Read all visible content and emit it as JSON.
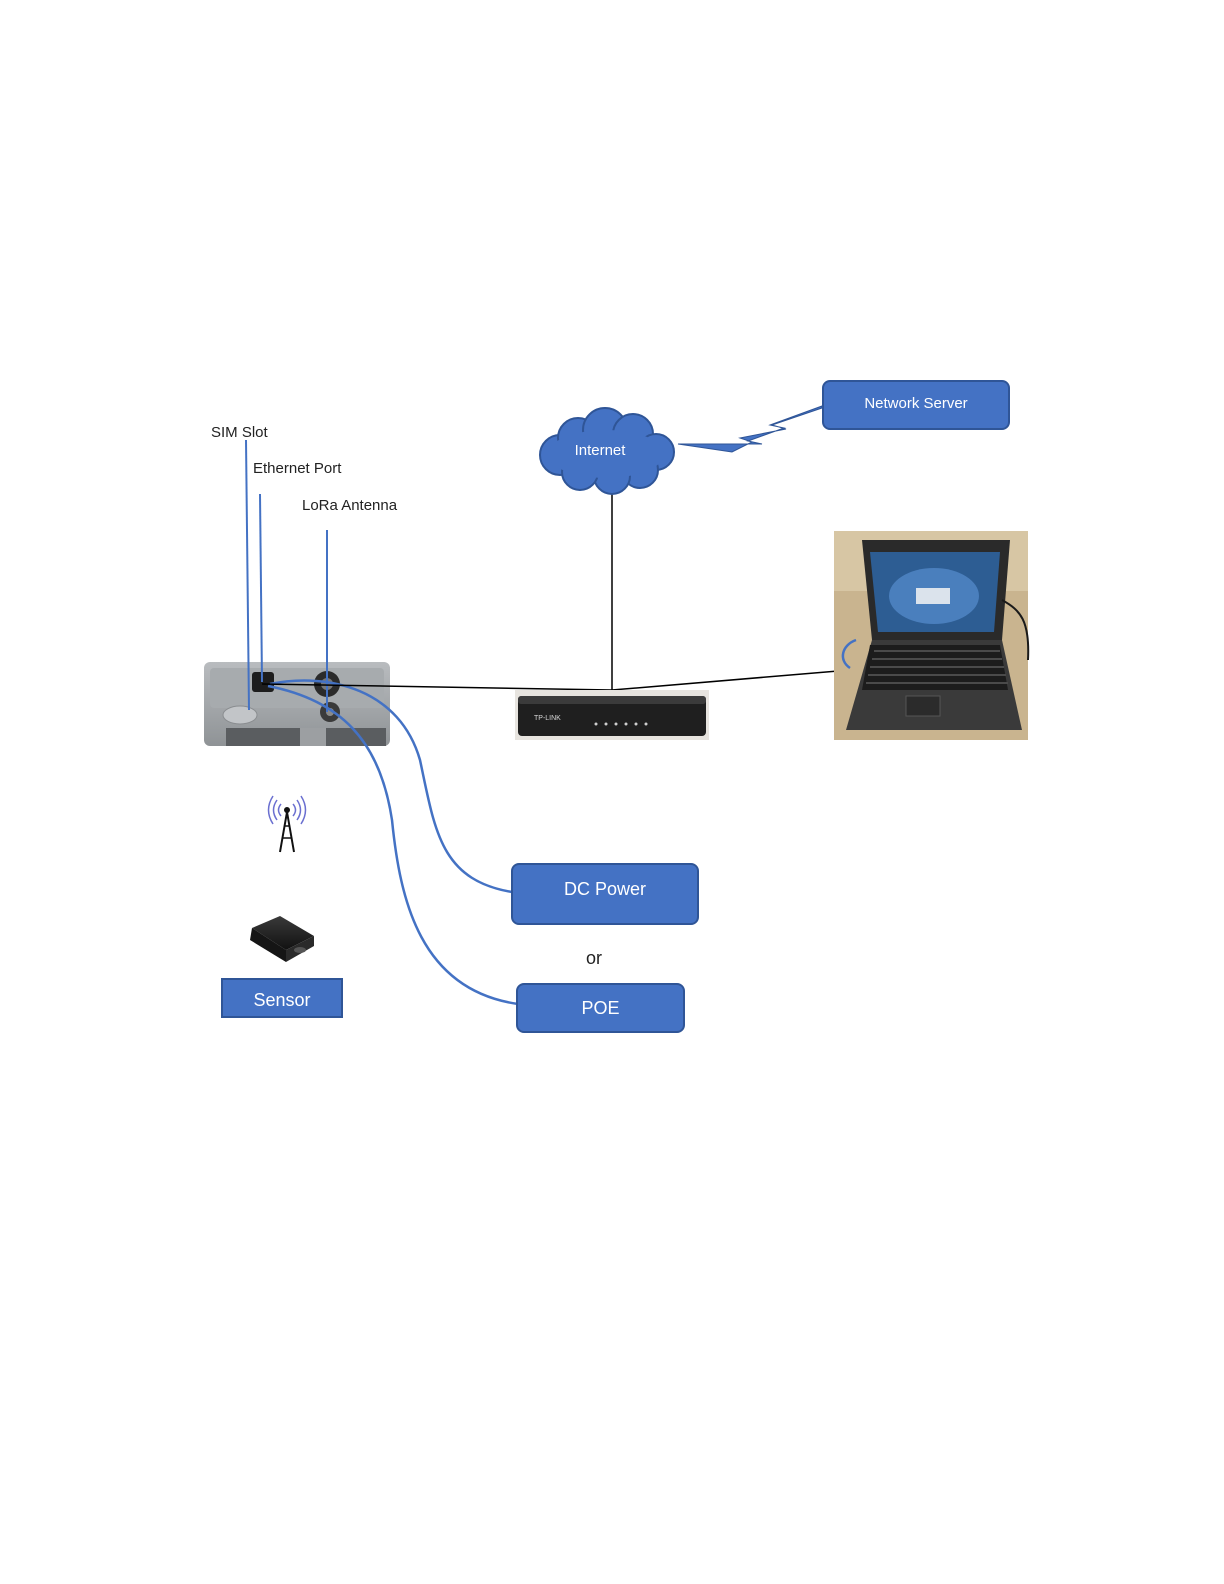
{
  "labels": {
    "sim_slot": "SIM Slot",
    "ethernet_port": "Ethernet Port",
    "lora_antenna": "LoRa Antenna",
    "or": "or"
  },
  "nodes": {
    "internet": "Internet",
    "network_server": "Network Server",
    "dc_power": "DC Power",
    "poe": "POE",
    "sensor": "Sensor"
  },
  "device_marks": {
    "switch_brand": "TP-LINK"
  },
  "colors": {
    "box_fill": "#4472C4",
    "box_border": "#2F5597",
    "connector_blue": "#4472C4",
    "connector_black": "#000000"
  },
  "icons": [
    "gateway-icon",
    "cloud-icon",
    "lightning-bolt-icon",
    "network-switch-icon",
    "laptop-icon",
    "radio-tower-icon",
    "sensor-device-icon"
  ]
}
